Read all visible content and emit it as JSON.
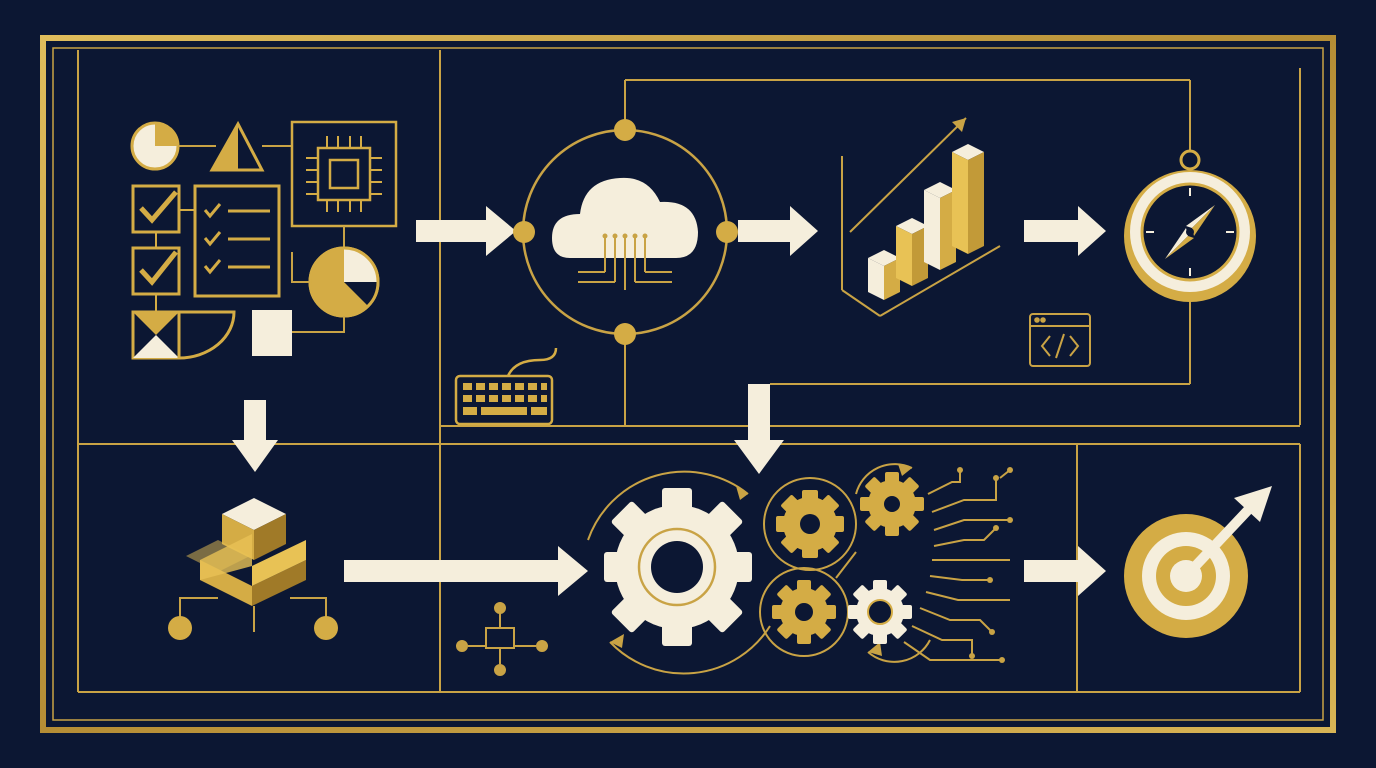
{
  "palette": {
    "background": "#0c1733",
    "gold": "#d4ac45",
    "gold_light": "#e8c255",
    "gold_dark": "#a07a28",
    "cream": "#f5eedc",
    "line": "#c9a345"
  },
  "icons": {
    "planning": [
      "pie-chart-icon",
      "triangle-icon",
      "checklist-icon",
      "clipboard-checklist-icon",
      "processor-chip-icon",
      "segmented-pie-icon",
      "shapes-icon"
    ],
    "cloud": [
      "cloud-network-icon",
      "keyboard-icon"
    ],
    "analytics": [
      "bar-chart-growth-icon",
      "code-window-icon"
    ],
    "direction": [
      "compass-icon"
    ],
    "build": [
      "stacked-blocks-icon"
    ],
    "automation": [
      "large-gear-icon",
      "gear-icon",
      "circuit-traces-icon",
      "network-node-icon"
    ],
    "goal": [
      "target-arrow-icon"
    ]
  },
  "flow": [
    "planning-to-cloud",
    "cloud-to-analytics",
    "analytics-to-compass",
    "planning-to-build",
    "build-to-automation",
    "compass-to-automation",
    "automation-to-goal"
  ]
}
